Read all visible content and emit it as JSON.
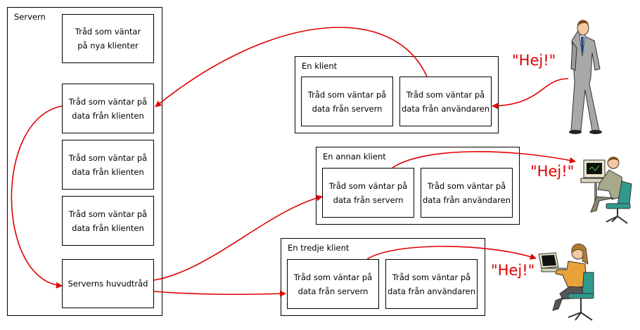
{
  "server": {
    "label": "Servern",
    "threads": [
      "Tråd som väntar\npå nya klienter",
      "Tråd som väntar på\ndata från klienten",
      "Tråd som väntar på\ndata från klienten",
      "Tråd som väntar på\ndata från klienten"
    ],
    "main_thread": "Serverns huvudtråd"
  },
  "clients": [
    {
      "label": "En klient",
      "thread_server": "Tråd som väntar på\ndata från servern",
      "thread_user": "Tråd som väntar på\ndata från användaren",
      "speech": "\"Hej!\"",
      "person": "standing-man-icon"
    },
    {
      "label": "En annan klient",
      "thread_server": "Tråd som väntar på\ndata från servern",
      "thread_user": "Tråd som väntar på\ndata från användaren",
      "speech": "\"Hej!\"",
      "person": "man-at-computer-icon"
    },
    {
      "label": "En tredje klient",
      "thread_server": "Tråd som väntar på\ndata från servern",
      "thread_user": "Tråd som väntar på\ndata från användaren",
      "speech": "\"Hej!\"",
      "person": "woman-at-laptop-icon"
    }
  ],
  "colors": {
    "arrow": "#e00000",
    "speech": "#e00000",
    "suit": "#a8a8a8",
    "chair": "#2f9a8c",
    "skin": "#f2c9a0",
    "hair": "#b07a30"
  }
}
